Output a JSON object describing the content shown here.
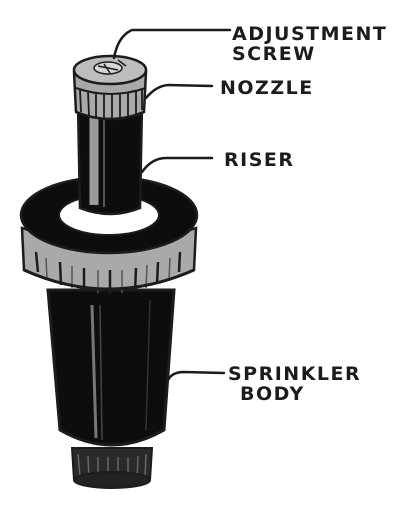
{
  "labels": {
    "adjustment_screw": {
      "line1": "ADJUSTMENT",
      "line2": "SCREW"
    },
    "nozzle": "NOZZLE",
    "riser": "RISER",
    "sprinkler_body": {
      "line1": "SPRINKLER",
      "line2": "BODY"
    }
  },
  "colors": {
    "ink": "#1c1c1c",
    "body_fill": "#0d0d0d",
    "cap_gray": "#a9a9a9",
    "highlight": "#9a9a9a",
    "background": "#ffffff"
  },
  "icons": {
    "adjustment_screw": "screw-icon",
    "nozzle": "nozzle-icon",
    "riser": "riser-icon",
    "sprinkler_body": "sprinkler-body-icon"
  }
}
